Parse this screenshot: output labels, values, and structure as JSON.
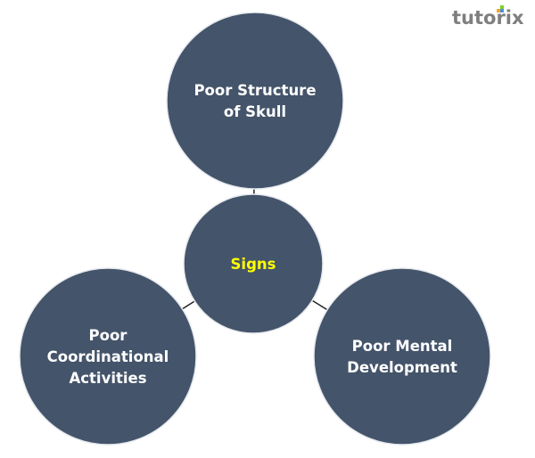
{
  "logo": {
    "text": "tutorix",
    "dot_colors": [
      "#f5a623",
      "#7ed321",
      "#4a90e2",
      "#d0021b"
    ]
  },
  "diagram": {
    "fill_color": "#44546A",
    "text_color": "#FFFFFF",
    "center_text_color": "#FFFF00",
    "connector_color": "#222222",
    "center": {
      "id": "signs",
      "lines": [
        "Signs"
      ]
    },
    "nodes": [
      {
        "id": "poor-structure-of-skull",
        "lines": [
          "Poor Structure",
          "of Skull"
        ]
      },
      {
        "id": "poor-coordinational-activities",
        "lines": [
          "Poor",
          "Coordinational",
          "Activities"
        ]
      },
      {
        "id": "poor-mental-development",
        "lines": [
          "Poor Mental",
          "Development"
        ]
      }
    ]
  }
}
